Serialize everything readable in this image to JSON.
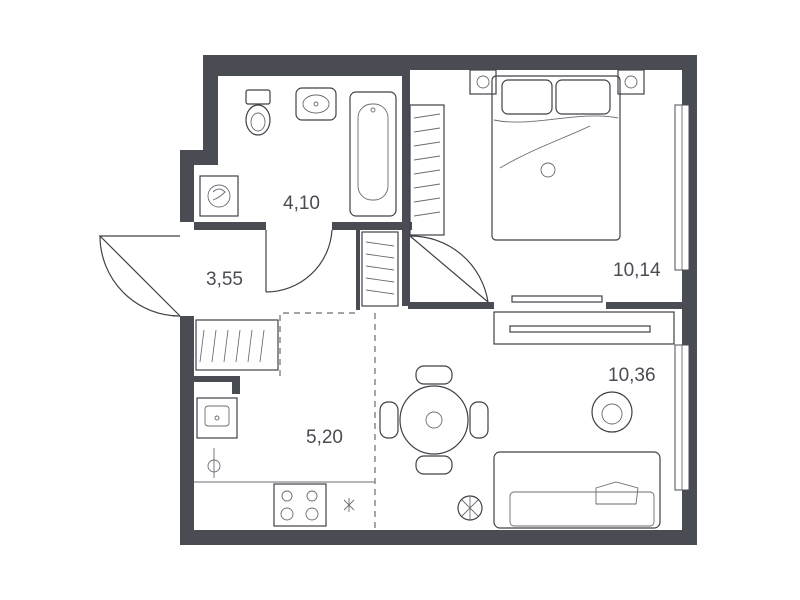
{
  "rooms": [
    {
      "id": "bathroom",
      "area": "4,10"
    },
    {
      "id": "hallway",
      "area": "3,55"
    },
    {
      "id": "kitchen",
      "area": "5,20"
    },
    {
      "id": "bedroom",
      "area": "10,14"
    },
    {
      "id": "living-room",
      "area": "10,36"
    }
  ],
  "colors": {
    "walls": "#4a4c53",
    "lines": "#3f4147",
    "background": "#ffffff"
  }
}
